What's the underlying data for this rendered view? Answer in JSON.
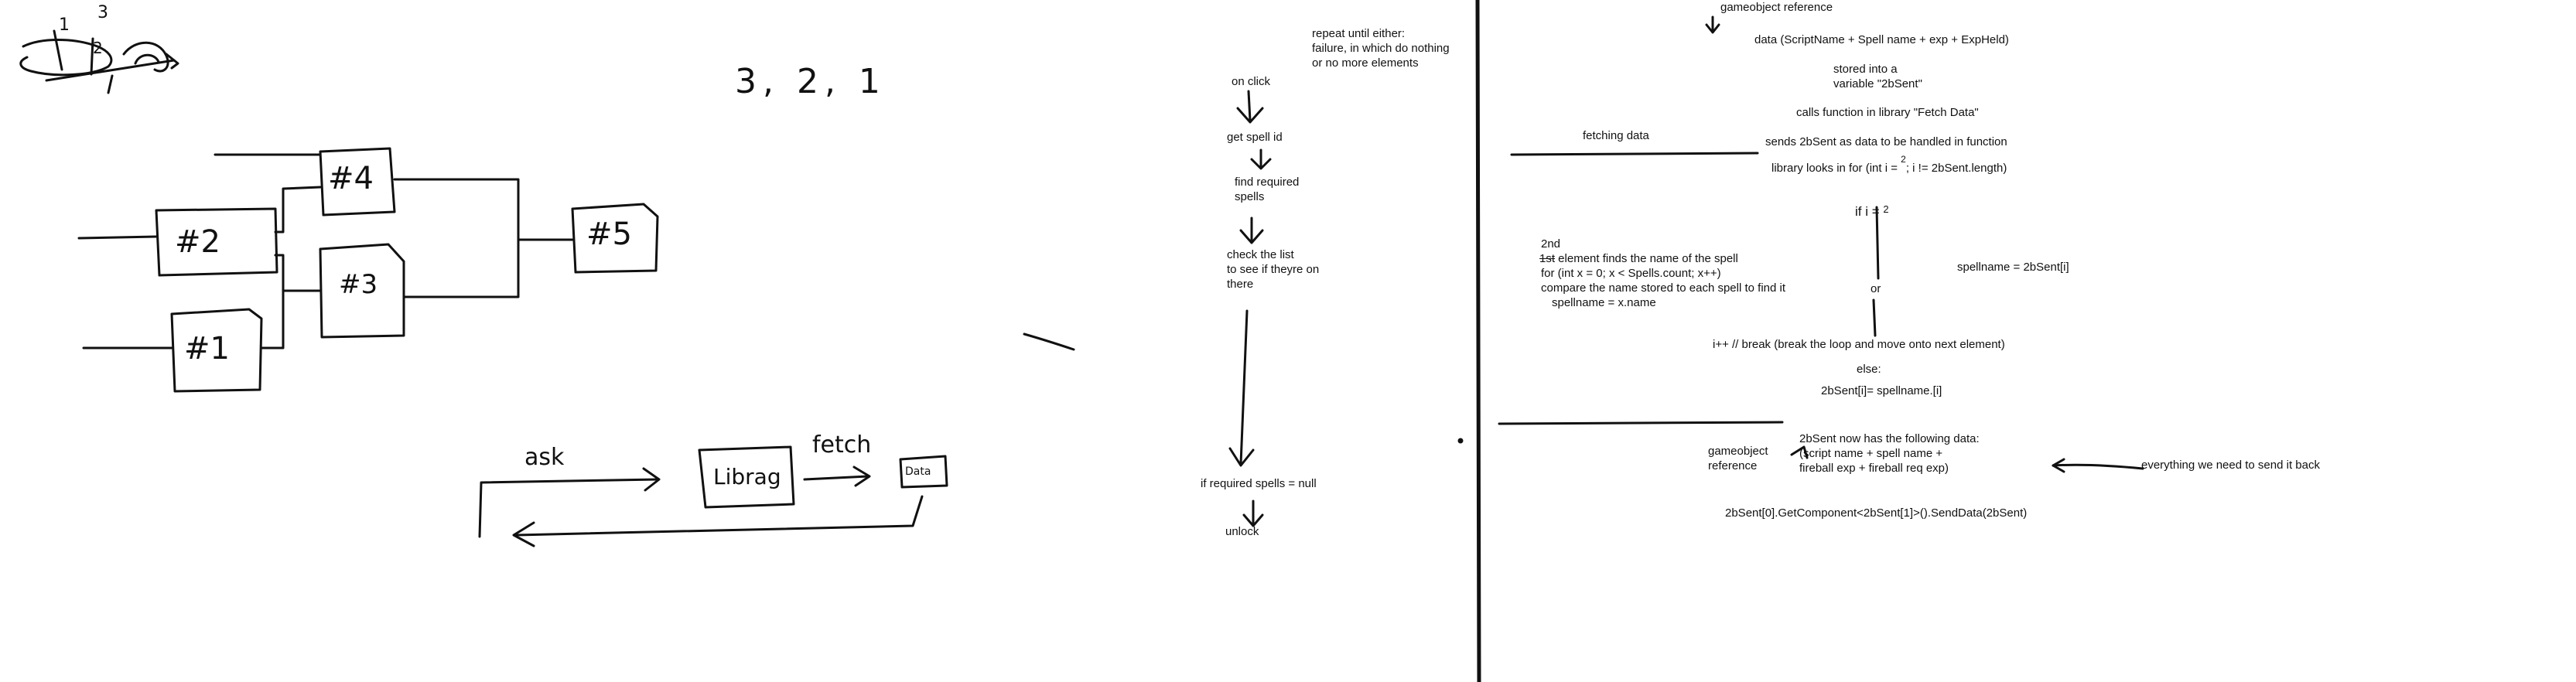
{
  "handwritten": {
    "countdown": "3, 2, 1",
    "box_1": "#1",
    "box_2": "#2",
    "box_3": "#3",
    "box_4": "#4",
    "box_5": "#5",
    "ask": "ask",
    "fetch": "fetch",
    "library_box": "Librag",
    "small_box": "Data",
    "doodle_1": "1",
    "doodle_2": "2",
    "doodle_3": "3"
  },
  "flow": {
    "repeat_note": [
      "repeat until either:",
      "failure, in which do nothing",
      "or no more elements"
    ],
    "on_click": "on click",
    "get_spell_id": "get spell id",
    "find_required": [
      "find required",
      "spells"
    ],
    "check_list": [
      "check the list",
      "to see if theyre on",
      "there"
    ],
    "if_required_null": "if required spells = null",
    "unlock": "unlock"
  },
  "logic": {
    "gameobject_reference_top": "gameobject reference",
    "data_line": "data (ScriptName + Spell name + exp + ExpHeld)",
    "stored_into": [
      "stored into a",
      "variable \"2bSent\""
    ],
    "calls_function": "calls function in library \"Fetch Data\"",
    "fetching_data": "fetching data",
    "sends_line": "sends 2bSent as data to be handled in function",
    "library_loop": "library looks in for (int i = ",
    "library_loop_rest": "; i != 2bSent.length)",
    "library_loop_super": "2",
    "if_i": "if i = ",
    "if_i_super": "2",
    "second_label": "2nd",
    "first_struck": "1st",
    "element_finds": " element finds the name of the spell",
    "for_loop": "for (int x = 0; x < Spells.count; x++)",
    "compare_line": "compare the name stored to each spell to find it",
    "spellname_assign": "spellname = x.name",
    "spellname_eq": "spellname = 2bSent[i]",
    "or": "or",
    "break_line": "i++ // break (break the loop and move onto next element)",
    "else": "else:",
    "assign_sent": "2bSent[i]= spellname.[i]",
    "now_has": "2bSent now has the following data:",
    "gameobject_reference_bottom": [
      "gameobject",
      "reference"
    ],
    "data_list": [
      "(script name + spell name +",
      "fireball exp + fireball req exp)"
    ],
    "everything_needed": "everything we need to send it back",
    "send_call": "2bSent[0].GetComponent<2bSent[1]>().SendData(2bSent)"
  }
}
